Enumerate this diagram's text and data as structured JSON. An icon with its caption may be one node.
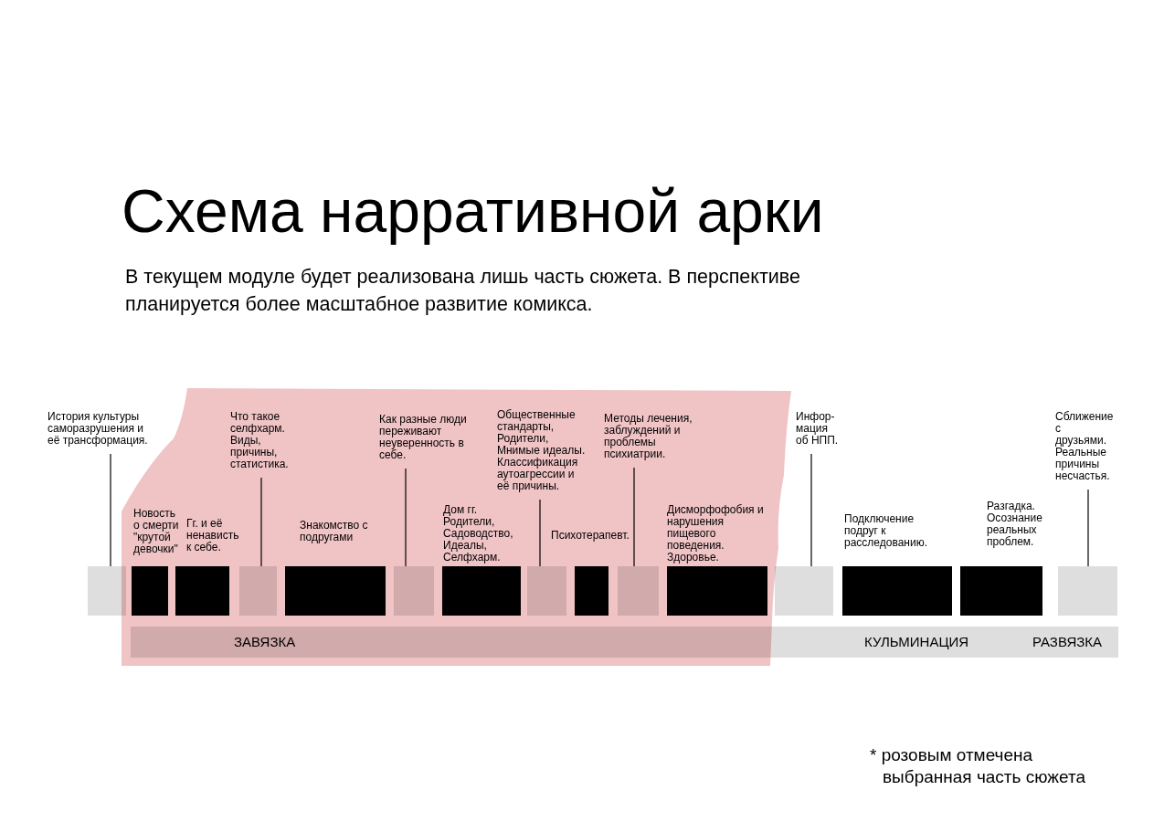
{
  "diagram": {
    "title": "Схема нарративной арки",
    "nodes": [
      {
        "text": [
          "История культуры саморазрушения и её трансформация."
        ]
      },
      {
        "text": [
          "Что такое селфхарм. Виды, причины, статистика."
        ]
      },
      {
        "text": [
          "Как разные люди переживают неуверенность в себе."
        ]
      },
      {
        "text": [
          "Общественные стандарты, Родители, Мнимые идеалы. Классификация аутоагрессии и её причины."
        ]
      },
      {
        "text": [
          "Методы лечения, заблуждений и проблемы психиатрии."
        ]
      },
      {
        "text": [
          "Инфор- мация об НПП."
        ]
      },
      {
        "text": [
          "Сближение с друзьями. Реальные причины несчастья."
        ]
      },
      {
        "text": [],
        "shape": "box"
      },
      {
        "text": [],
        "shape": "box",
        "beside": [
          "Новость о смерти \"крутой девочки\""
        ]
      },
      {
        "text": [],
        "shape": "box",
        "beside": [
          "Гг. и её ненависть к себе."
        ]
      },
      {
        "text": [],
        "shape": "box"
      },
      {
        "text": [],
        "shape": "box",
        "beside": [
          "Знакомство с подругами"
        ]
      },
      {
        "text": [],
        "shape": "box"
      },
      {
        "text": [],
        "shape": "box",
        "beside": [
          "Дом гг. Родители, Садоводство, Идеалы, Селфхарм."
        ]
      },
      {
        "text": [],
        "shape": "box"
      },
      {
        "text": [],
        "shape": "box",
        "beside": [
          "Психотерапевт."
        ]
      },
      {
        "text": [],
        "shape": "box"
      },
      {
        "text": [],
        "shape": "box",
        "beside": [
          "Дисморфофобия и нарушения пищевого поведения. Здоровье."
        ]
      },
      {
        "text": [],
        "shape": "box"
      },
      {
        "text": [],
        "shape": "box",
        "beside": [
          "Подключение подруг к расследованию."
        ]
      },
      {
        "text": [],
        "shape": "box",
        "beside": [
          "Разгадка. Осознание реальных проблем."
        ]
      },
      {
        "text": [],
        "shape": "box"
      }
    ],
    "edges": [
      {
        "from": 0,
        "to": 7,
        "arrow": "none"
      },
      {
        "from": 1,
        "to": 10,
        "arrow": "none"
      },
      {
        "from": 2,
        "to": 12,
        "arrow": "none"
      },
      {
        "from": 3,
        "to": 14,
        "arrow": "none"
      },
      {
        "from": 4,
        "to": 16,
        "arrow": "none"
      },
      {
        "from": 5,
        "to": 18,
        "arrow": "none"
      },
      {
        "from": 6,
        "to": 21,
        "arrow": "none"
      }
    ],
    "labels": [
      "В текущем модуле будет реализована лишь часть сюжета. В перспективе планируется более масштабное развитие комикса.",
      "ЗАВЯЗКА",
      "КУЛЬМИНАЦИЯ",
      "РАЗВЯЗКА",
      "* розовым отмечена выбранная часть сюжета"
    ]
  }
}
